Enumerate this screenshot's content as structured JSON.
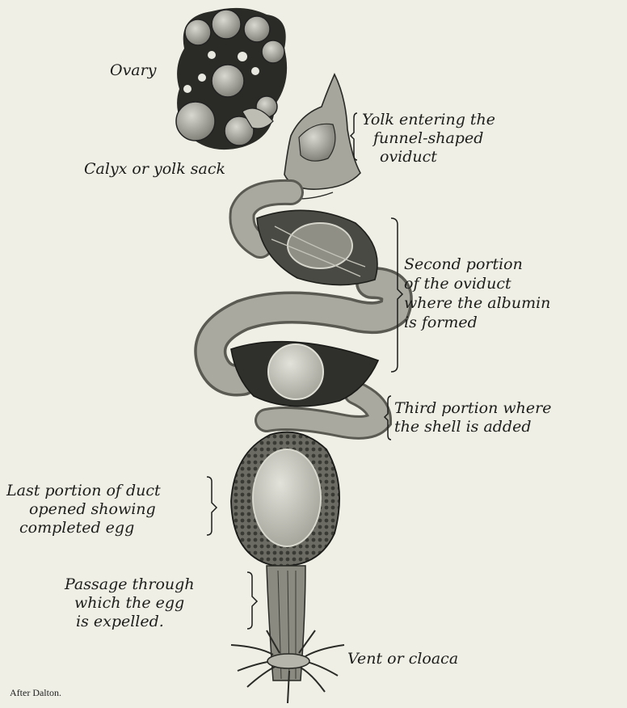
{
  "labels": {
    "ovary": "Ovary",
    "calyx": "Calyx or yolk sack",
    "yolk_entering": [
      "Yolk entering the",
      "funnel-shaped",
      "oviduct"
    ],
    "second_portion": [
      "Second portion",
      "of the oviduct",
      "where the albumin",
      "is formed"
    ],
    "third_portion": [
      "Third portion where",
      "the shell is added"
    ],
    "last_portion": [
      "Last portion of duct",
      "opened showing",
      "completed egg"
    ],
    "passage": [
      "Passage through",
      "which the egg",
      "is expelled."
    ],
    "vent": "Vent or cloaca"
  },
  "credit": "After Dalton.",
  "colors": {
    "background": "#efefe6",
    "ink": "#1d1d1b",
    "tissue": "#9a9a90",
    "tissue_dark": "#4a4a44",
    "egg": "#c9c9c0"
  }
}
